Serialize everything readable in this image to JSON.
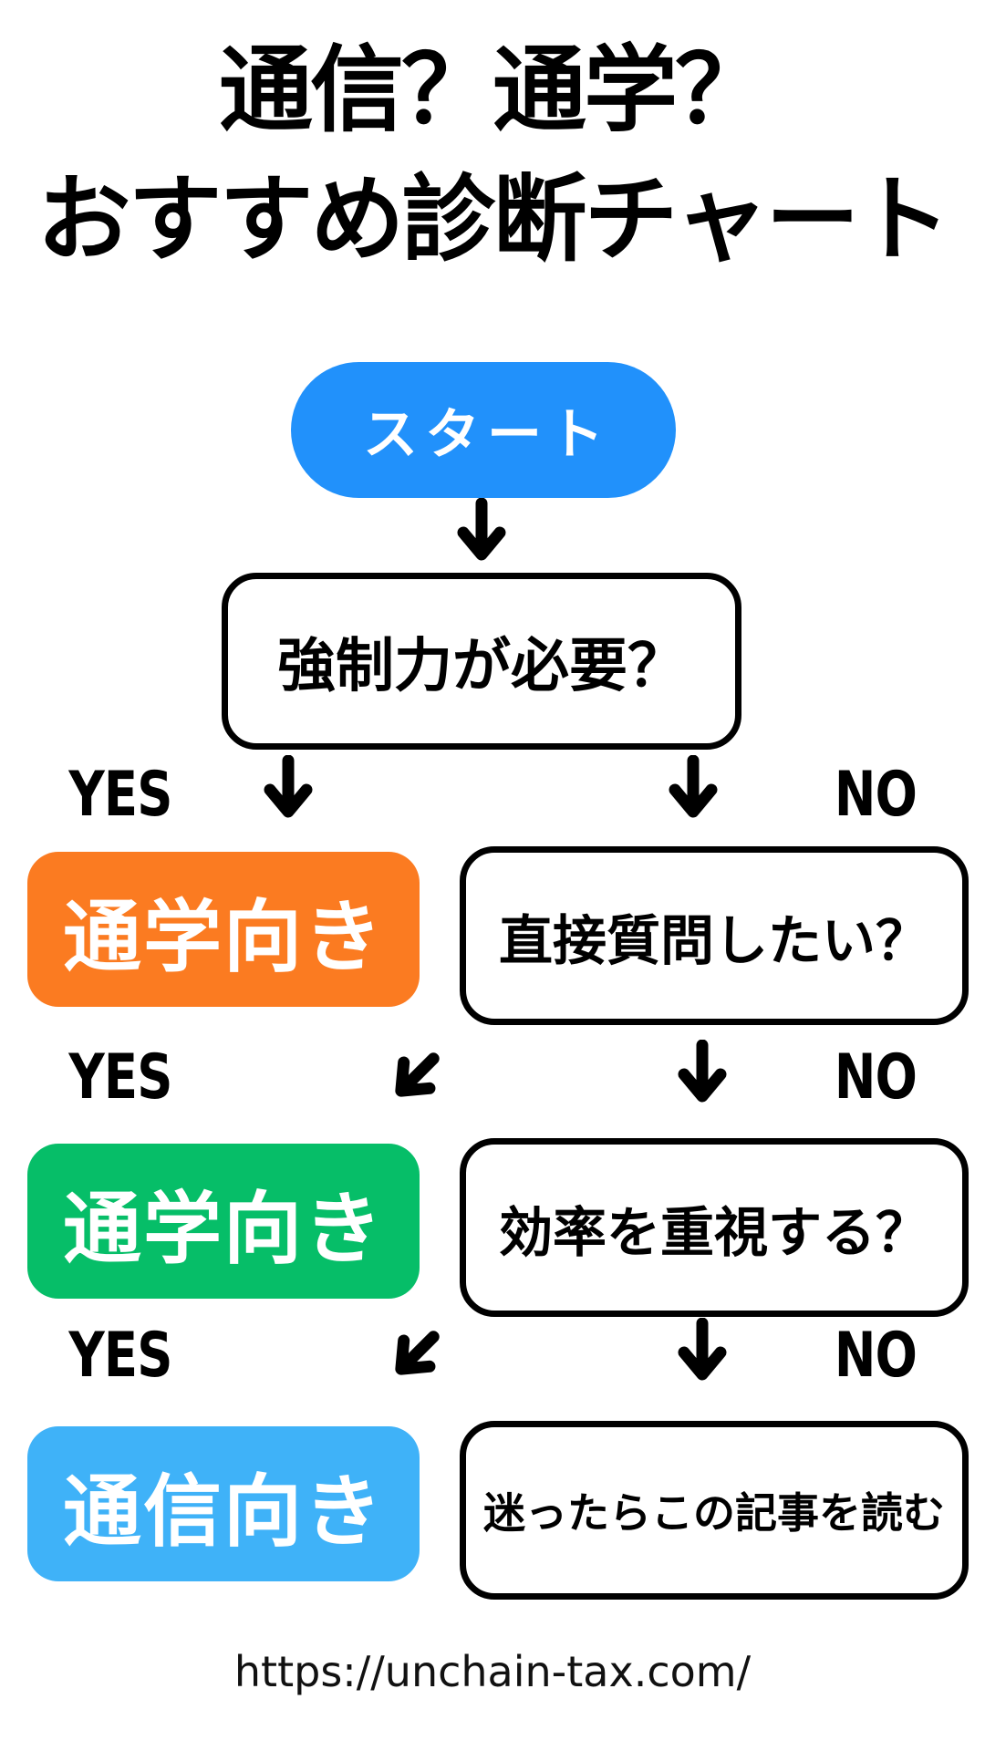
{
  "title": {
    "line1": "通信？通学？",
    "line2": "おすすめ診断チャート"
  },
  "start": {
    "label": "スタート",
    "color": "#2191FB"
  },
  "questions": {
    "q1": "強制力が必要？",
    "q2": "直接質問したい？",
    "q3": "効率を重視する？",
    "final": "迷ったらこの記事を読む"
  },
  "results": {
    "r1": {
      "label": "通学向き",
      "color": "#FB7B21"
    },
    "r2": {
      "label": "通学向き",
      "color": "#06BE68"
    },
    "r3": {
      "label": "通信向き",
      "color": "#3FB2F8"
    }
  },
  "branches": {
    "yes": "YES",
    "no": "NO"
  },
  "footer": {
    "url": "https://unchain-tax.com/"
  }
}
